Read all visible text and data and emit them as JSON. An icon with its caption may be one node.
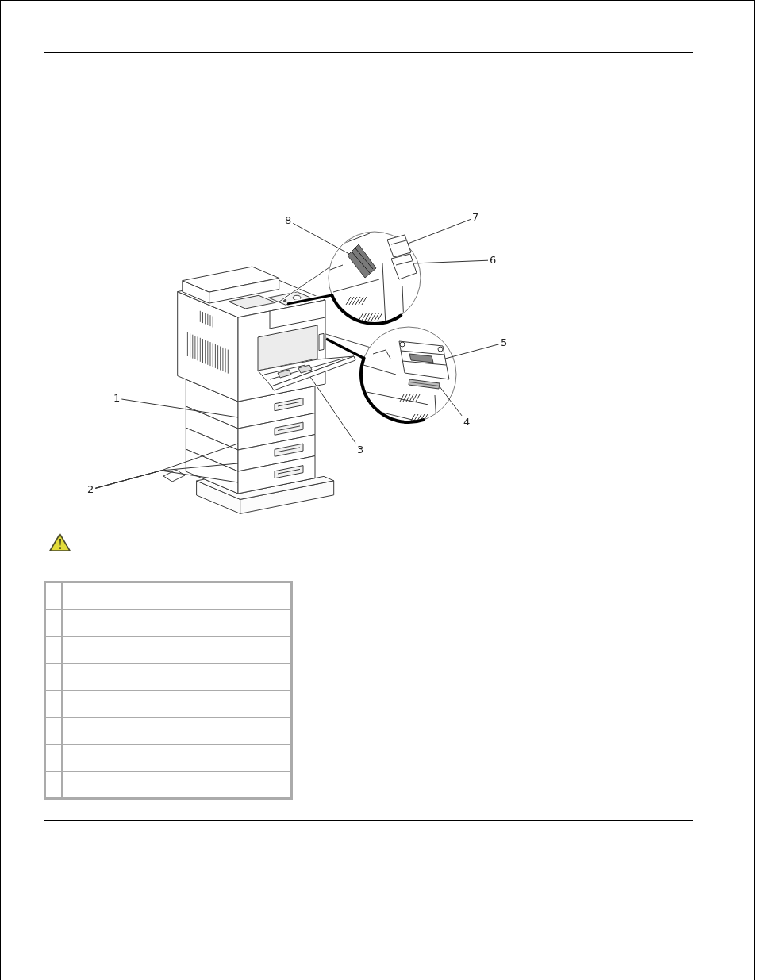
{
  "diagram": {
    "nodes": [
      {
        "text": [
          "8"
        ]
      },
      {
        "text": [
          "7"
        ]
      },
      {
        "text": [
          "6"
        ]
      },
      {
        "text": [
          "5"
        ]
      },
      {
        "text": [
          "1"
        ]
      },
      {
        "text": [
          "4"
        ]
      },
      {
        "text": [
          "3"
        ]
      },
      {
        "text": [
          "2"
        ]
      },
      {
        "text": [],
        "shape": "picture"
      },
      {
        "text": [],
        "shape": "picture"
      },
      {
        "text": [],
        "shape": "picture"
      },
      {
        "text": [],
        "shape": "picture"
      },
      {
        "text": [],
        "shape": "picture"
      },
      {
        "text": [],
        "shape": "picture"
      },
      {
        "text": [],
        "shape": "picture"
      },
      {
        "text": [],
        "shape": "picture"
      },
      {
        "text": [],
        "shape": "picture"
      },
      {
        "text": [],
        "shape": "picture"
      }
    ],
    "edges": [
      {
        "from": 0,
        "to": 9,
        "arrow": "none"
      },
      {
        "from": 1,
        "to": 8,
        "arrow": "none"
      },
      {
        "from": 2,
        "to": 10,
        "arrow": "none"
      },
      {
        "from": 3,
        "to": 11,
        "arrow": "none"
      },
      {
        "from": 4,
        "to": 14,
        "arrow": "none"
      },
      {
        "from": 5,
        "to": 12,
        "arrow": "none"
      },
      {
        "from": 6,
        "to": 13,
        "arrow": "none"
      },
      {
        "from": 7,
        "to": 15,
        "arrow": "none"
      },
      {
        "from": 7,
        "to": 16,
        "arrow": "none"
      },
      {
        "from": 7,
        "to": 17,
        "arrow": "none"
      }
    ]
  }
}
